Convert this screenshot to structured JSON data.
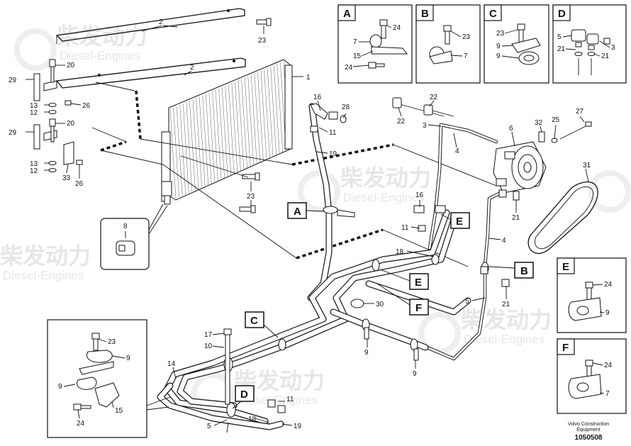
{
  "watermark": {
    "cn": "柴发动力",
    "en": "Diesel-Engines"
  },
  "detail_boxes": {
    "A": {
      "title": "A",
      "labels": [
        "24",
        "7",
        "15",
        "24"
      ]
    },
    "B": {
      "title": "B",
      "labels": [
        "23",
        "7"
      ]
    },
    "C": {
      "title": "C",
      "labels": [
        "23",
        "9",
        "9"
      ]
    },
    "D": {
      "title": "D",
      "labels": [
        "5",
        "21",
        "3",
        "21"
      ]
    },
    "E": {
      "title": "E",
      "labels": [
        "24",
        "9"
      ]
    },
    "F": {
      "title": "F",
      "labels": [
        "24",
        "7"
      ]
    }
  },
  "callouts": [
    "A",
    "B",
    "C",
    "D",
    "E",
    "E",
    "F"
  ],
  "inset_left": {
    "labels": [
      "23",
      "9",
      "9",
      "15",
      "24"
    ]
  },
  "inset_sensor": {
    "labels": [
      "8"
    ]
  },
  "part_numbers": {
    "n2a": "2",
    "n2b": "2",
    "n23a": "23",
    "n1": "1",
    "n20a": "20",
    "n29a": "29",
    "n26a": "26",
    "n13a": "13",
    "n12a": "12",
    "n20b": "20",
    "n29b": "29",
    "n13b": "13",
    "n12b": "12",
    "n33": "33",
    "n26b": "26",
    "n23b": "23",
    "n16a": "16",
    "n28": "28",
    "n11a": "11",
    "n19a": "19",
    "n22a": "22",
    "n22b": "22",
    "n3a": "3",
    "n4a": "4",
    "n6": "6",
    "n32": "32",
    "n25": "25",
    "n27": "27",
    "n31": "31",
    "n21a": "21",
    "n16b": "16",
    "n11b": "11",
    "n4b": "4",
    "n18a": "18",
    "n30": "30",
    "n5a": "5",
    "n21b": "21",
    "n9a": "9",
    "n9b": "9",
    "n17": "17",
    "n10": "10",
    "n14": "14",
    "n11c": "11",
    "n18b": "18",
    "n19b": "19",
    "n5b": "5"
  },
  "footer": {
    "line1": "Volvo Construction",
    "line2": "Equipment",
    "doc_number": "1050508"
  }
}
